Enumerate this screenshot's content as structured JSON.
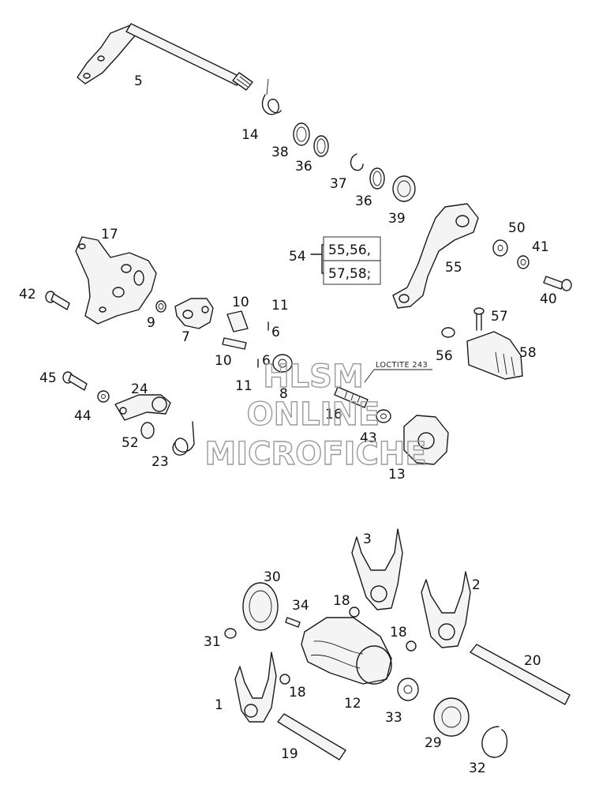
{
  "callouts": {
    "c5": "5",
    "c14": "14",
    "c38": "38",
    "c36a": "36",
    "c37": "37",
    "c36b": "36",
    "c39": "39",
    "c17": "17",
    "c42": "42",
    "c9": "9",
    "c7": "7",
    "c10a": "10",
    "c10b": "10",
    "c11a": "11",
    "c6a": "6",
    "c6b": "6",
    "c11b": "11",
    "c8": "8",
    "c16": "16",
    "c43": "43",
    "c13": "13",
    "c45": "45",
    "c44": "44",
    "c24": "24",
    "c52": "52",
    "c23": "23",
    "c54": "54",
    "c55": "55",
    "c50": "50",
    "c41": "41",
    "c40": "40",
    "c57": "57",
    "c56": "56",
    "c58": "58",
    "c3": "3",
    "c2": "2",
    "c30": "30",
    "c34": "34",
    "c18a": "18",
    "c18b": "18",
    "c18c": "18",
    "c31": "31",
    "c20": "20",
    "c1": "1",
    "c12": "12",
    "c33": "33",
    "c29": "29",
    "c19": "19",
    "c32": "32"
  },
  "kit_box": {
    "line1": "55,56,",
    "line2": "57,58;"
  },
  "note": "LOCTITE 243",
  "watermark": {
    "line1": "HLSM",
    "line2": "ONLINE",
    "line3": "MICROFICHE"
  }
}
